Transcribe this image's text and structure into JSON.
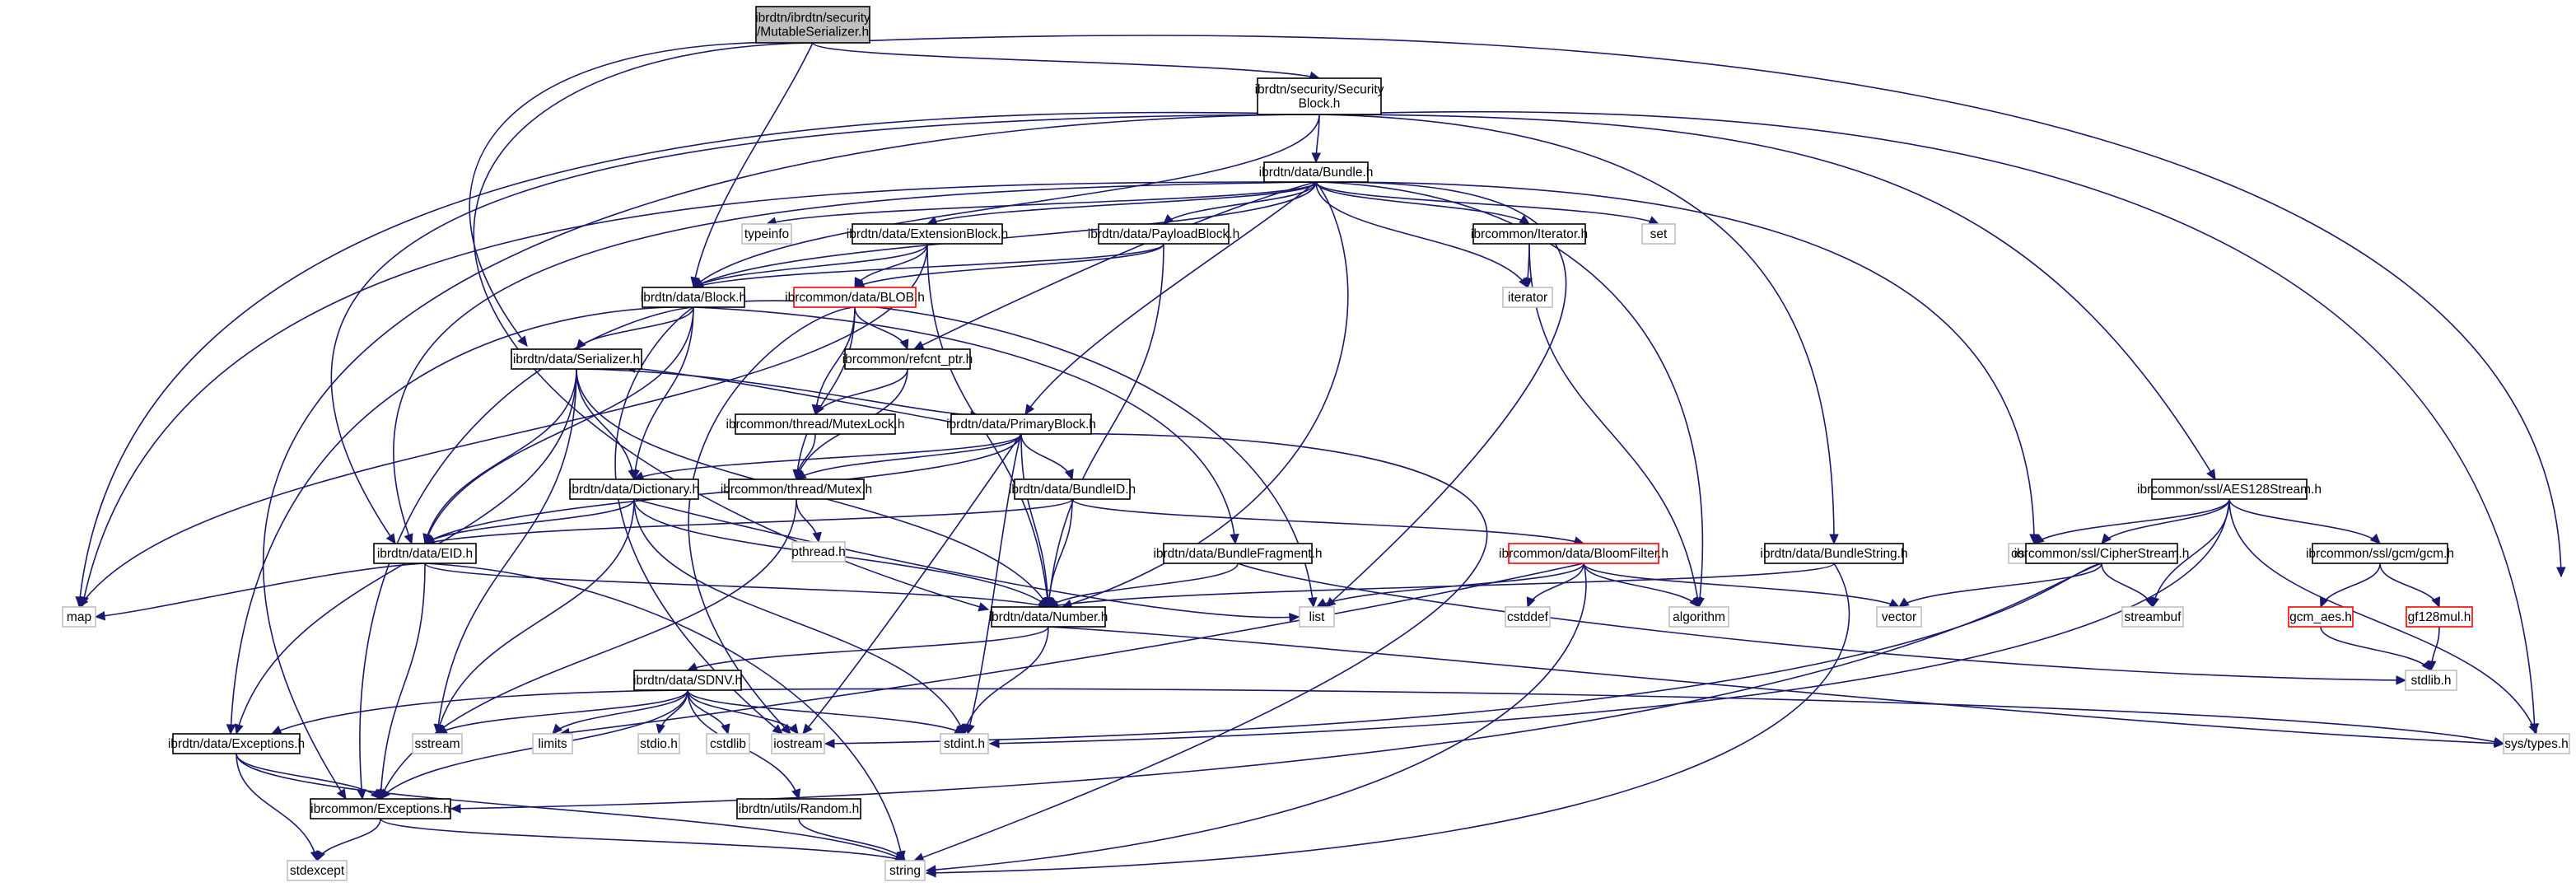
{
  "diagram": {
    "kind": "include-dependency-graph",
    "colors": {
      "edge": "#191970",
      "root_fill": "#bfbfbf",
      "node_border": "#000000",
      "undocumented_border": "#bfbfbf",
      "truncated_border": "#ff0000",
      "text": "#000000"
    },
    "nodes": [
      {
        "id": "root",
        "lines": [
          "ibrdtn/ibrdtn/security",
          "/MutableSerializer.h"
        ],
        "style": "root"
      },
      {
        "id": "secblock",
        "lines": [
          "ibrdtn/security/Security",
          "Block.h"
        ],
        "style": "normal"
      },
      {
        "id": "bundle",
        "lines": [
          "ibrdtn/data/Bundle.h"
        ],
        "style": "normal"
      },
      {
        "id": "typeinfo",
        "lines": [
          "typeinfo"
        ],
        "style": "system"
      },
      {
        "id": "extblock",
        "lines": [
          "ibrdtn/data/ExtensionBlock.h"
        ],
        "style": "normal"
      },
      {
        "id": "payload",
        "lines": [
          "ibrdtn/data/PayloadBlock.h"
        ],
        "style": "normal"
      },
      {
        "id": "iterh",
        "lines": [
          "ibrcommon/Iterator.h"
        ],
        "style": "normal"
      },
      {
        "id": "set",
        "lines": [
          "set"
        ],
        "style": "system"
      },
      {
        "id": "block",
        "lines": [
          "ibrdtn/data/Block.h"
        ],
        "style": "normal"
      },
      {
        "id": "blob",
        "lines": [
          "ibrcommon/data/BLOB.h"
        ],
        "style": "truncated"
      },
      {
        "id": "iterator",
        "lines": [
          "iterator"
        ],
        "style": "system"
      },
      {
        "id": "serializer",
        "lines": [
          "ibrdtn/data/Serializer.h"
        ],
        "style": "normal"
      },
      {
        "id": "refcnt",
        "lines": [
          "ibrcommon/refcnt_ptr.h"
        ],
        "style": "normal"
      },
      {
        "id": "mutexlock",
        "lines": [
          "ibrcommon/thread/MutexLock.h"
        ],
        "style": "normal"
      },
      {
        "id": "primary",
        "lines": [
          "ibrdtn/data/PrimaryBlock.h"
        ],
        "style": "normal"
      },
      {
        "id": "dict",
        "lines": [
          "ibrdtn/data/Dictionary.h"
        ],
        "style": "normal"
      },
      {
        "id": "mutex",
        "lines": [
          "ibrcommon/thread/Mutex.h"
        ],
        "style": "normal"
      },
      {
        "id": "bundleid",
        "lines": [
          "ibrdtn/data/BundleID.h"
        ],
        "style": "normal"
      },
      {
        "id": "pthread",
        "lines": [
          "pthread.h"
        ],
        "style": "system"
      },
      {
        "id": "eid",
        "lines": [
          "ibrdtn/data/EID.h"
        ],
        "style": "normal"
      },
      {
        "id": "fragment",
        "lines": [
          "ibrdtn/data/BundleFragment.h"
        ],
        "style": "normal"
      },
      {
        "id": "bloom",
        "lines": [
          "ibrcommon/data/BloomFilter.h"
        ],
        "style": "truncated"
      },
      {
        "id": "bstring",
        "lines": [
          "ibrdtn/data/BundleString.h"
        ],
        "style": "normal"
      },
      {
        "id": "ostream",
        "lines": [
          "ostream"
        ],
        "style": "system"
      },
      {
        "id": "aes",
        "lines": [
          "ibrcommon/ssl/AES128Stream.h"
        ],
        "style": "normal"
      },
      {
        "id": "cipher",
        "lines": [
          "ibrcommon/ssl/CipherStream.h"
        ],
        "style": "normal"
      },
      {
        "id": "gcm",
        "lines": [
          "ibrcommon/ssl/gcm/gcm.h"
        ],
        "style": "normal"
      },
      {
        "id": "map",
        "lines": [
          "map"
        ],
        "style": "system"
      },
      {
        "id": "number",
        "lines": [
          "ibrdtn/data/Number.h"
        ],
        "style": "normal"
      },
      {
        "id": "list",
        "lines": [
          "list"
        ],
        "style": "system"
      },
      {
        "id": "cstddef",
        "lines": [
          "cstddef"
        ],
        "style": "system"
      },
      {
        "id": "algorithm",
        "lines": [
          "algorithm"
        ],
        "style": "system"
      },
      {
        "id": "vector",
        "lines": [
          "vector"
        ],
        "style": "system"
      },
      {
        "id": "streambuf",
        "lines": [
          "streambuf"
        ],
        "style": "system"
      },
      {
        "id": "gcmaes",
        "lines": [
          "gcm_aes.h"
        ],
        "style": "truncated"
      },
      {
        "id": "gf128",
        "lines": [
          "gf128mul.h"
        ],
        "style": "truncated"
      },
      {
        "id": "sdnv",
        "lines": [
          "ibrdtn/data/SDNV.h"
        ],
        "style": "normal"
      },
      {
        "id": "stdlib",
        "lines": [
          "stdlib.h"
        ],
        "style": "system"
      },
      {
        "id": "exceptions",
        "lines": [
          "ibrdtn/data/Exceptions.h"
        ],
        "style": "normal"
      },
      {
        "id": "sstream",
        "lines": [
          "sstream"
        ],
        "style": "system"
      },
      {
        "id": "limits",
        "lines": [
          "limits"
        ],
        "style": "system"
      },
      {
        "id": "stdio",
        "lines": [
          "stdio.h"
        ],
        "style": "system"
      },
      {
        "id": "cstdlib",
        "lines": [
          "cstdlib"
        ],
        "style": "system"
      },
      {
        "id": "iostream",
        "lines": [
          "iostream"
        ],
        "style": "system"
      },
      {
        "id": "stdint",
        "lines": [
          "stdint.h"
        ],
        "style": "system"
      },
      {
        "id": "systypes",
        "lines": [
          "sys/types.h"
        ],
        "style": "system"
      },
      {
        "id": "ibrexc",
        "lines": [
          "ibrcommon/Exceptions.h"
        ],
        "style": "normal"
      },
      {
        "id": "random",
        "lines": [
          "ibrdtn/utils/Random.h"
        ],
        "style": "normal"
      },
      {
        "id": "stdexcept",
        "lines": [
          "stdexcept"
        ],
        "style": "system"
      },
      {
        "id": "string",
        "lines": [
          "string"
        ],
        "style": "system"
      }
    ],
    "edges": [
      [
        "root",
        "secblock"
      ],
      [
        "root",
        "systypes"
      ],
      [
        "root",
        "serializer"
      ],
      [
        "root",
        "number"
      ],
      [
        "root",
        "block"
      ],
      [
        "secblock",
        "bundle"
      ],
      [
        "secblock",
        "block"
      ],
      [
        "secblock",
        "bstring"
      ],
      [
        "secblock",
        "aes"
      ],
      [
        "secblock",
        "map"
      ],
      [
        "secblock",
        "eid"
      ],
      [
        "secblock",
        "ibrexc"
      ],
      [
        "secblock",
        "systypes"
      ],
      [
        "bundle",
        "typeinfo"
      ],
      [
        "bundle",
        "extblock"
      ],
      [
        "bundle",
        "payload"
      ],
      [
        "bundle",
        "iterh"
      ],
      [
        "bundle",
        "set"
      ],
      [
        "bundle",
        "block"
      ],
      [
        "bundle",
        "iterator"
      ],
      [
        "bundle",
        "refcnt"
      ],
      [
        "bundle",
        "primary"
      ],
      [
        "bundle",
        "eid"
      ],
      [
        "bundle",
        "number"
      ],
      [
        "bundle",
        "list"
      ],
      [
        "bundle",
        "algorithm"
      ],
      [
        "bundle",
        "ostream"
      ],
      [
        "bundle",
        "map"
      ],
      [
        "extblock",
        "block"
      ],
      [
        "extblock",
        "blob"
      ],
      [
        "extblock",
        "number"
      ],
      [
        "extblock",
        "map"
      ],
      [
        "payload",
        "block"
      ],
      [
        "payload",
        "blob"
      ],
      [
        "payload",
        "number"
      ],
      [
        "iterh",
        "iterator"
      ],
      [
        "iterh",
        "algorithm"
      ],
      [
        "block",
        "serializer"
      ],
      [
        "block",
        "dict"
      ],
      [
        "block",
        "eid"
      ],
      [
        "block",
        "exceptions"
      ],
      [
        "block",
        "ibrexc"
      ],
      [
        "block",
        "list"
      ],
      [
        "block",
        "fragment"
      ],
      [
        "block",
        "iostream"
      ],
      [
        "blob",
        "refcnt"
      ],
      [
        "blob",
        "mutexlock"
      ],
      [
        "blob",
        "mutex"
      ],
      [
        "blob",
        "iostream"
      ],
      [
        "refcnt",
        "mutexlock"
      ],
      [
        "refcnt",
        "mutex"
      ],
      [
        "mutexlock",
        "mutex"
      ],
      [
        "mutex",
        "ibrexc"
      ],
      [
        "mutex",
        "pthread"
      ],
      [
        "serializer",
        "primary"
      ],
      [
        "serializer",
        "dict"
      ],
      [
        "serializer",
        "exceptions"
      ],
      [
        "serializer",
        "eid"
      ],
      [
        "serializer",
        "sstream"
      ],
      [
        "serializer",
        "number"
      ],
      [
        "primary",
        "serializer"
      ],
      [
        "primary",
        "dict"
      ],
      [
        "primary",
        "mutex"
      ],
      [
        "primary",
        "bundleid"
      ],
      [
        "primary",
        "eid"
      ],
      [
        "primary",
        "number"
      ],
      [
        "primary",
        "iostream"
      ],
      [
        "primary",
        "stdint"
      ],
      [
        "primary",
        "string"
      ],
      [
        "dict",
        "eid"
      ],
      [
        "dict",
        "number"
      ],
      [
        "dict",
        "sstream"
      ],
      [
        "dict",
        "list"
      ],
      [
        "dict",
        "stdint"
      ],
      [
        "bundleid",
        "eid"
      ],
      [
        "bundleid",
        "number"
      ],
      [
        "bundleid",
        "bloom"
      ],
      [
        "eid",
        "map"
      ],
      [
        "eid",
        "ibrexc"
      ],
      [
        "eid",
        "number"
      ],
      [
        "eid",
        "string"
      ],
      [
        "fragment",
        "number"
      ],
      [
        "fragment",
        "stdlib"
      ],
      [
        "bloom",
        "list"
      ],
      [
        "bloom",
        "cstddef"
      ],
      [
        "bloom",
        "algorithm"
      ],
      [
        "bloom",
        "vector"
      ],
      [
        "bloom",
        "limits"
      ],
      [
        "bloom",
        "string"
      ],
      [
        "bstring",
        "number"
      ],
      [
        "bstring",
        "string"
      ],
      [
        "aes",
        "ostream"
      ],
      [
        "aes",
        "cipher"
      ],
      [
        "aes",
        "gcm"
      ],
      [
        "aes",
        "streambuf"
      ],
      [
        "aes",
        "stdint"
      ],
      [
        "aes",
        "systypes"
      ],
      [
        "cipher",
        "vector"
      ],
      [
        "cipher",
        "streambuf"
      ],
      [
        "cipher",
        "iostream"
      ],
      [
        "cipher",
        "ibrexc"
      ],
      [
        "gcm",
        "gcmaes"
      ],
      [
        "gcm",
        "gf128"
      ],
      [
        "gcmaes",
        "stdlib"
      ],
      [
        "gf128",
        "stdlib"
      ],
      [
        "number",
        "sdnv"
      ],
      [
        "number",
        "stdint"
      ],
      [
        "number",
        "systypes"
      ],
      [
        "sdnv",
        "exceptions"
      ],
      [
        "sdnv",
        "sstream"
      ],
      [
        "sdnv",
        "limits"
      ],
      [
        "sdnv",
        "stdio"
      ],
      [
        "sdnv",
        "cstdlib"
      ],
      [
        "sdnv",
        "iostream"
      ],
      [
        "sdnv",
        "stdint"
      ],
      [
        "sdnv",
        "random"
      ],
      [
        "sdnv",
        "ibrexc"
      ],
      [
        "sdnv",
        "systypes"
      ],
      [
        "exceptions",
        "ibrexc"
      ],
      [
        "exceptions",
        "stdexcept"
      ],
      [
        "exceptions",
        "string"
      ],
      [
        "ibrexc",
        "stdexcept"
      ],
      [
        "ibrexc",
        "string"
      ],
      [
        "random",
        "string"
      ]
    ]
  }
}
